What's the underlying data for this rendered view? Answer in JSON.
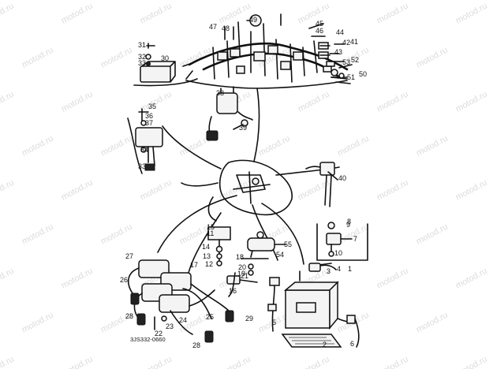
{
  "diagram": {
    "callouts": [
      "1",
      "2",
      "3",
      "4",
      "5",
      "6",
      "7",
      "8",
      "9",
      "10",
      "11",
      "12",
      "13",
      "14",
      "15",
      "16",
      "17",
      "18",
      "19",
      "20",
      "21",
      "22",
      "23",
      "24",
      "25",
      "26",
      "27",
      "28",
      "28",
      "29",
      "30",
      "31",
      "32",
      "33",
      "33",
      "34",
      "35",
      "36",
      "37",
      "38",
      "39",
      "40",
      "41",
      "42",
      "43",
      "44",
      "45",
      "46",
      "47",
      "48",
      "49",
      "50",
      "51",
      "52",
      "53",
      "54",
      "55",
      "56"
    ],
    "figure_code": "3JS332-0660",
    "watermark": "motod.ru"
  }
}
